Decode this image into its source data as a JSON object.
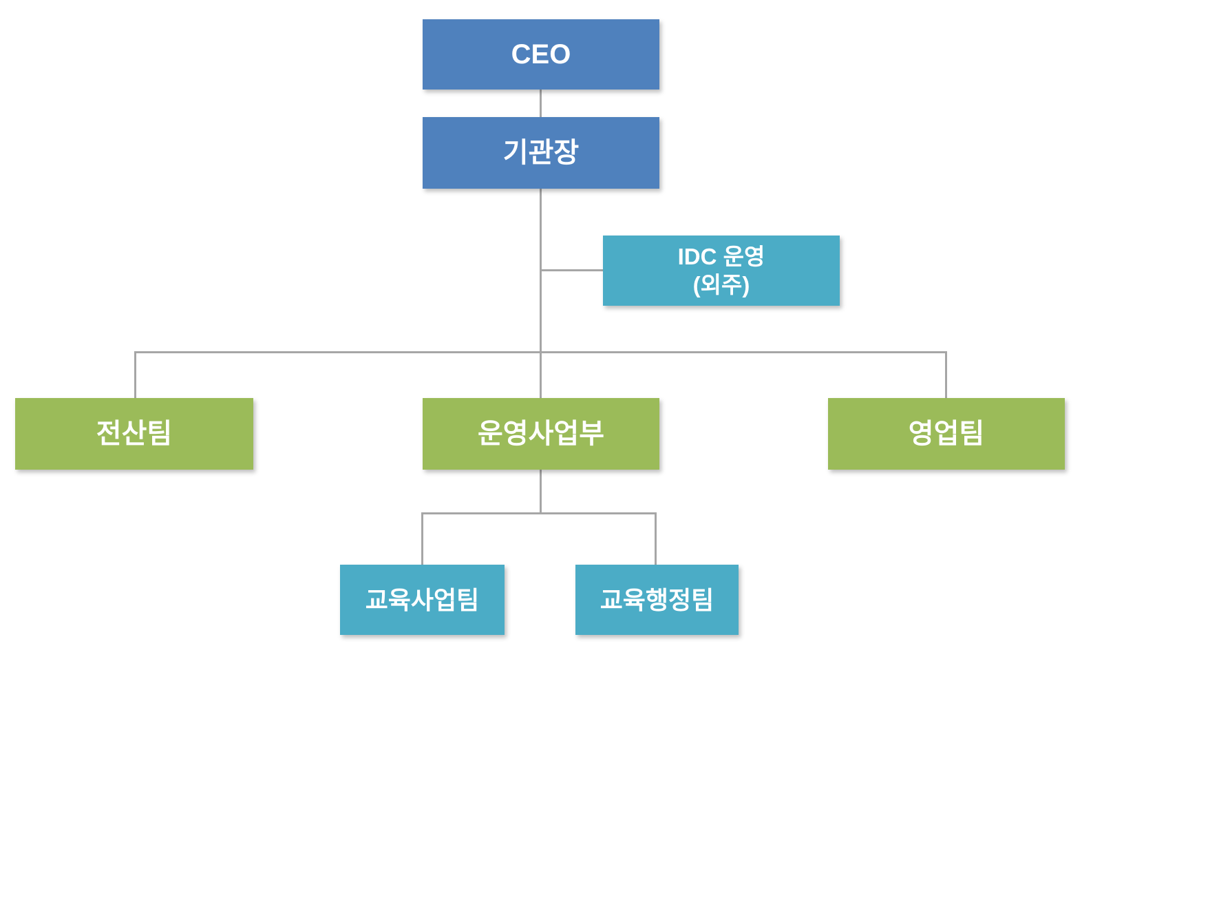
{
  "chart": {
    "type": "org-chart",
    "nodes": {
      "ceo": {
        "label": "CEO"
      },
      "director": {
        "label": "기관장"
      },
      "idc": {
        "label_line1": "IDC 운영",
        "label_line2": "(외주)"
      },
      "it_team": {
        "label": "전산팀"
      },
      "ops_division": {
        "label": "운영사업부"
      },
      "sales_team": {
        "label": "영업팀"
      },
      "edu_business": {
        "label": "교육사업팀"
      },
      "edu_admin": {
        "label": "교육행정팀"
      }
    },
    "hierarchy": {
      "root": "CEO",
      "edges": [
        [
          "CEO",
          "기관장"
        ],
        [
          "기관장",
          "IDC 운영(외주)"
        ],
        [
          "기관장",
          "전산팀"
        ],
        [
          "기관장",
          "운영사업부"
        ],
        [
          "기관장",
          "영업팀"
        ],
        [
          "운영사업부",
          "교육사업팀"
        ],
        [
          "운영사업부",
          "교육행정팀"
        ]
      ]
    },
    "colors": {
      "blue": "#4f81bd",
      "teal": "#4bacc6",
      "green": "#9bbb59",
      "line": "#a6a6a6",
      "text": "#ffffff"
    }
  }
}
